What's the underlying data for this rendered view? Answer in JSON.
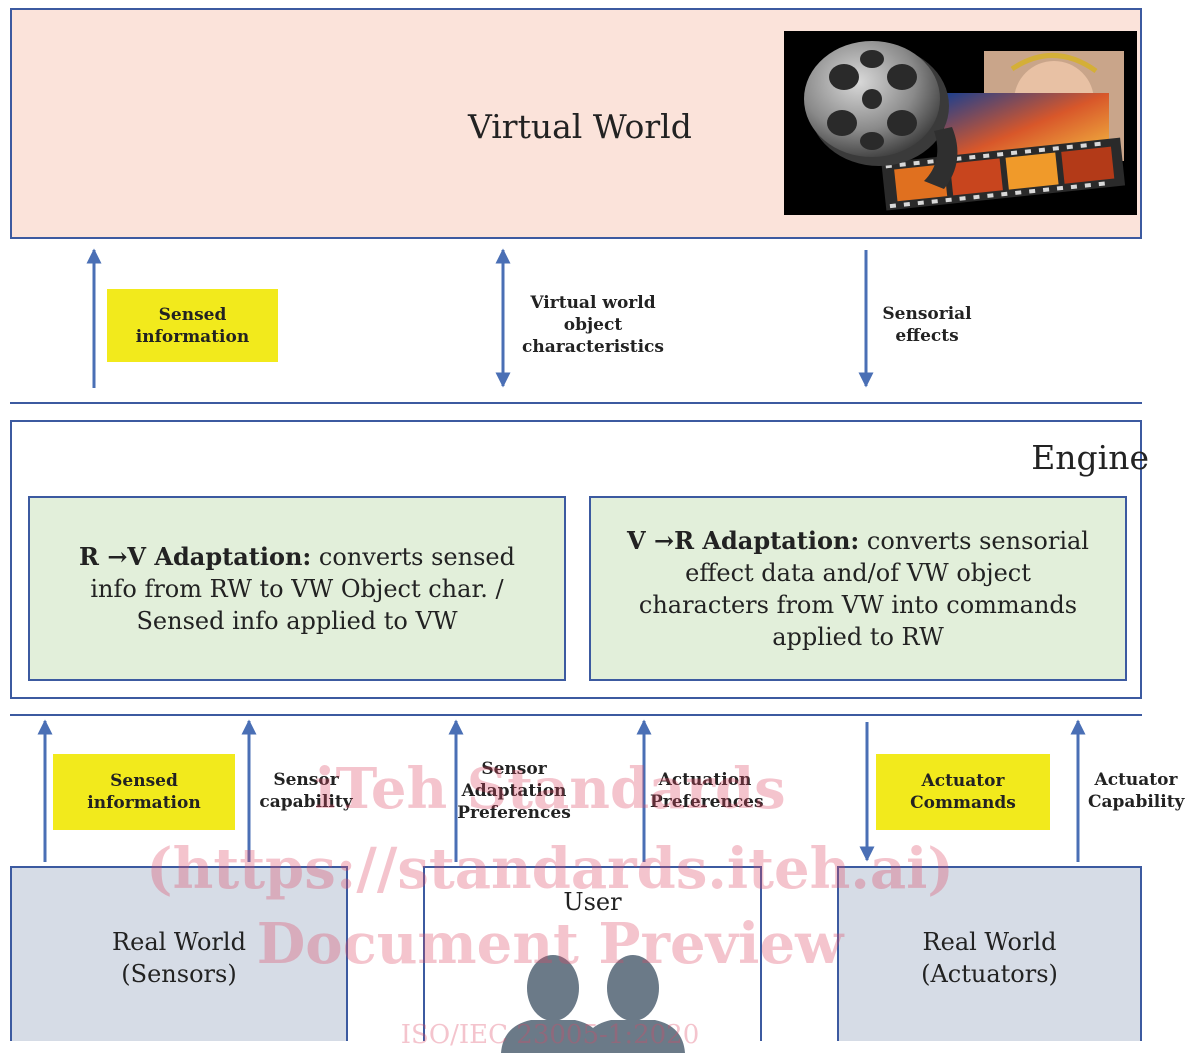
{
  "virtual_world": {
    "title": "Virtual World"
  },
  "top_arrows": {
    "sensed_information": "Sensed\ninformation",
    "vw_object_characteristics": "Virtual world\nobject\ncharacteristics",
    "sensorial_effects": "Sensorial\neffects"
  },
  "engine": {
    "title": "Engine",
    "rv": {
      "bold": "R →V Adaptation:",
      "text": " converts sensed info from RW to VW Object char. / Sensed info applied to VW"
    },
    "vr": {
      "bold": "V →R Adaptation:",
      "text": "  converts sensorial effect data and/of VW object characters from VW into commands applied to RW"
    }
  },
  "bottom_arrows": {
    "sensed_information": "Sensed\ninformation",
    "sensor_capability": "Sensor\ncapability",
    "sensor_adaptation_preferences": "Sensor\nAdaptation\nPreferences",
    "actuation_preferences": "Actuation\nPreferences",
    "actuator_commands": "Actuator\nCommands",
    "actuator_capability": "Actuator\nCapability"
  },
  "real_world_sensors": "Real World\n(Sensors)",
  "user": {
    "title": "User"
  },
  "real_world_actuators": "Real World\n(Actuators)",
  "watermark": {
    "line1": "iTeh Standards",
    "line2": "(https://standards.iteh.ai)",
    "line3": "Document Preview",
    "line4": "ISO/IEC 23005-1:2020"
  },
  "colors": {
    "arrow": "#4a6fb5",
    "border": "#3c5aa0",
    "virtual_world_fill": "#fbe3da",
    "adaptation_fill": "#e2efda",
    "highlight": "#f2ea1c",
    "real_world_fill": "#d6dce6",
    "user_icon": "#6b7a88",
    "watermark": "#dc4664"
  }
}
